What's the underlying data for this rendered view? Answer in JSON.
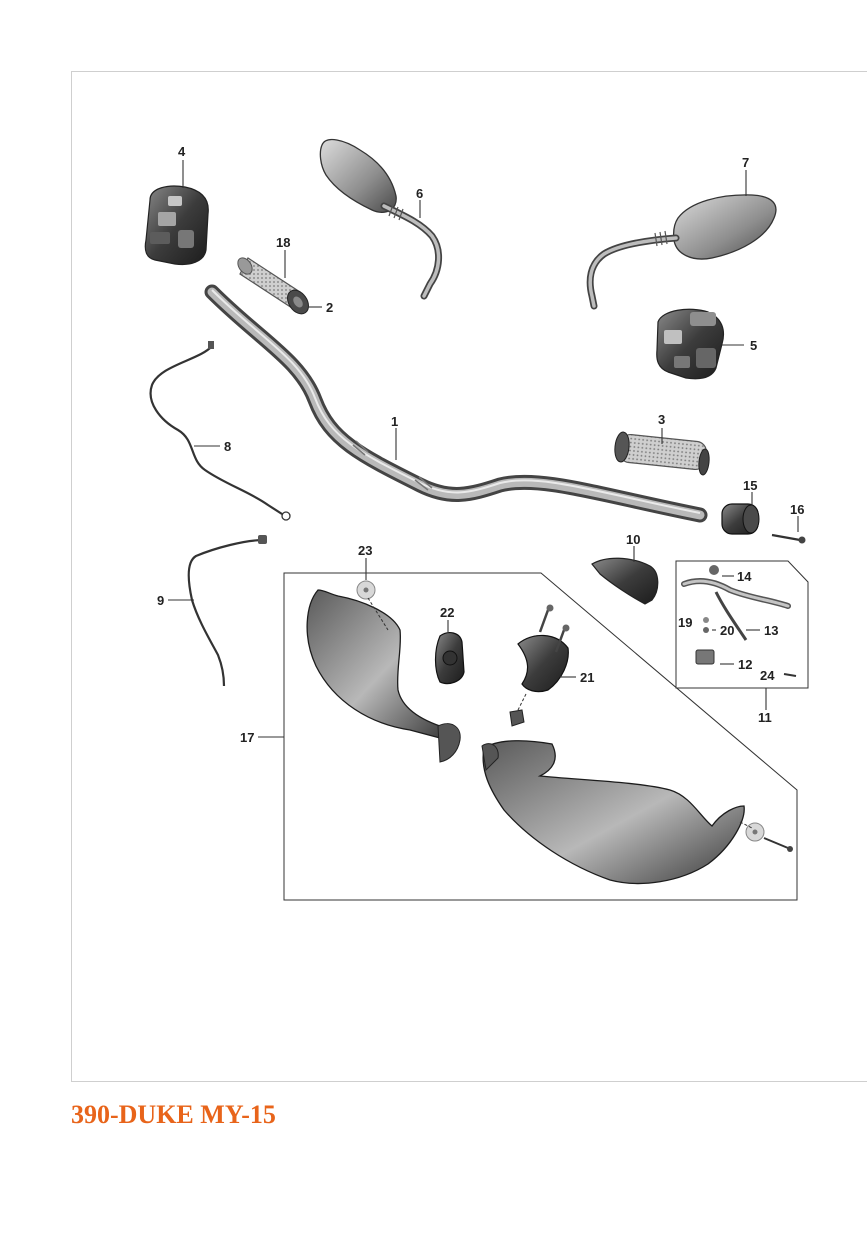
{
  "caption": "390-DUKE MY-15",
  "accent_color": "#e8641a",
  "part_numbers": {
    "p1": "1",
    "p2": "2",
    "p3": "3",
    "p4": "4",
    "p5": "5",
    "p6": "6",
    "p7": "7",
    "p8": "8",
    "p9": "9",
    "p10": "10",
    "p11": "11",
    "p12": "12",
    "p13": "13",
    "p14": "14",
    "p15": "15",
    "p16": "16",
    "p17": "17",
    "p18": "18",
    "p19": "19",
    "p20": "20",
    "p21": "21",
    "p22": "22",
    "p23": "23",
    "p24": "24"
  }
}
